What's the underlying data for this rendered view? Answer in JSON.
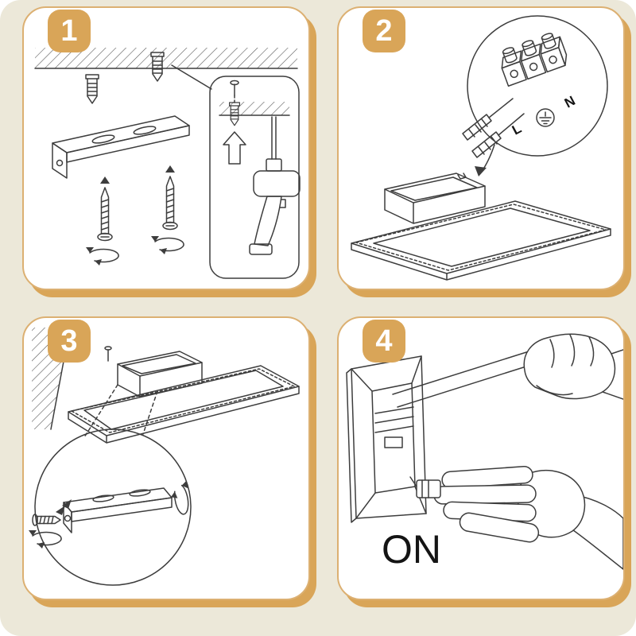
{
  "sheet": {
    "background_color": "#ece8d9",
    "panel_color": "#ffffff",
    "accent_color": "#d9a558",
    "line_color": "#3d3d3d"
  },
  "steps": [
    {
      "number": "1"
    },
    {
      "number": "2"
    },
    {
      "number": "3"
    },
    {
      "number": "4"
    }
  ],
  "wiring_labels": {
    "live": "L",
    "neutral": "N"
  },
  "power_label": {
    "on": "ON"
  }
}
